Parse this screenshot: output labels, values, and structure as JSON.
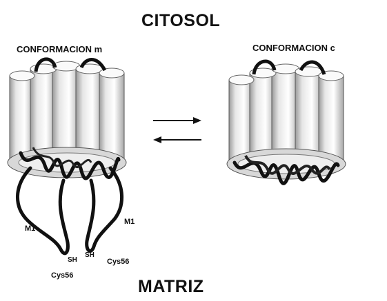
{
  "titles": {
    "top": "CITOSOL",
    "bottom": "MATRIZ"
  },
  "conformations": {
    "left": "CONFORMACION m",
    "right": "CONFORMACION c"
  },
  "annotations": {
    "m1_left": "M1",
    "m1_right": "M1",
    "sh_left": "SH",
    "sh_right": "SH",
    "cys_left": "Cys56",
    "cys_right": "Cys56"
  },
  "arrows": {
    "type": "reversible-equilibrium"
  }
}
